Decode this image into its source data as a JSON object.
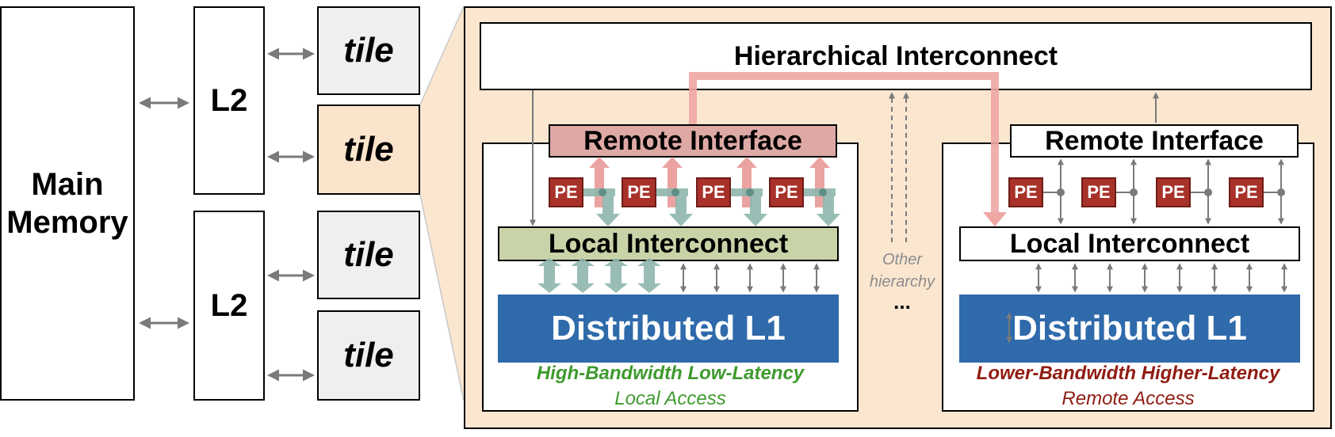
{
  "main_memory": "Main\nMemory",
  "l2_labels": [
    "L2",
    "L2"
  ],
  "tile_labels": [
    "tile",
    "tile",
    "tile",
    "tile"
  ],
  "hierarchical_interconnect": "Hierarchical Interconnect",
  "left_cluster": {
    "remote_interface": "Remote Interface",
    "pe_label": "PE",
    "local_interconnect": "Local Interconnect",
    "distributed_l1": "Distributed L1",
    "caption_line1": "High-Bandwidth Low-Latency",
    "caption_line2": "Local Access"
  },
  "right_cluster": {
    "remote_interface": "Remote Interface",
    "pe_label": "PE",
    "local_interconnect": "Local Interconnect",
    "distributed_l1": "Distributed L1",
    "caption_line1": "Lower-Bandwidth Higher-Latency",
    "caption_line2": "Remote Access"
  },
  "other_hierarchy": "Other\nhierarchy",
  "ellipsis": "...",
  "colors": {
    "panel_bg": "#fbe6d0",
    "tile_active": "#fbe4cc",
    "pe_red": "#a8322a",
    "l1_blue": "#2f6aab",
    "local_green": "#c9d3a8",
    "remote_pink": "#dea9a5",
    "path_pink": "#eea6a4",
    "caption_green": "#3f9a2e",
    "caption_red": "#8f1c12"
  }
}
